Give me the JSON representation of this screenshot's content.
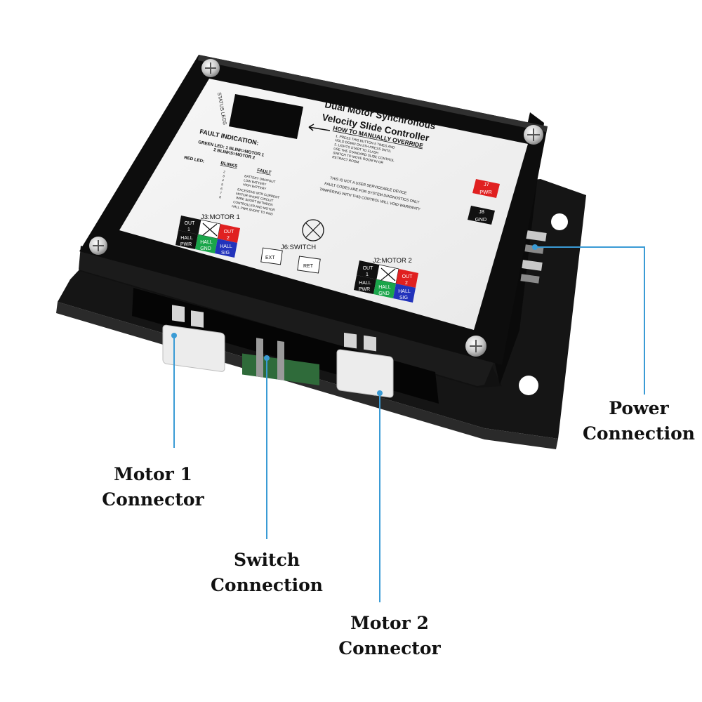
{
  "label_sheet": {
    "status_leds": "STATUS LEDS",
    "title_line1": "Dual Motor Synchronous",
    "title_line2": "Velocity Slide Controller",
    "override_heading": "HOW TO MANUALLY OVERRIDE",
    "override_steps": [
      "1. PRESS THIS BUTTON 5 TIMES AND",
      "   HOLD DOWN ON 5TH PRESS UNTIL",
      "2. LIGHTS START TO FLASH",
      "   USE THE STANDARD SLIDE CONTROL",
      "   SWITCH TO MOVE ROOM IN OR",
      "   RETRACT ROOM"
    ],
    "fault_heading": "FAULT INDICATION:",
    "green_led_line1": "GREEN LED: 1 BLINK=MOTOR 1",
    "green_led_line2": "2 BLINKS=MOTOR 2",
    "red_led": "RED LED:",
    "blinks_header": "BLINKS",
    "fault_header": "FAULT",
    "blink_numbers": [
      "2",
      "3",
      "4",
      "5",
      "6",
      "7",
      "8"
    ],
    "faults": [
      "BATTERY DROPOUT",
      "LOW BATTERY",
      "HIGH BATTERY",
      "EXCESSIVE MTR CURRENT",
      "MOTOR SHORT CIRCUIT",
      "WIRE SHORT BETWEEN",
      "CONTROLLER AND MOTOR",
      "HALL PWR SHORT TO GND"
    ],
    "warning_lines": [
      "THIS IS NOT A USER SERVICEABLE DEVICE",
      "FAULT CODES ARE FOR SYSTEM DIAGNOSTICS ONLY",
      "TAMPERING WITH THIS CONTROL WILL VOID WARRANTY"
    ],
    "j7_line1": "J7",
    "j7_line2": "PWR",
    "j8_line1": "J8",
    "j8_line2": "GND",
    "j3_title": "J3:MOTOR 1",
    "j2_title": "J2:MOTOR 2",
    "j6_title": "J6:SWITCH",
    "ext": "EXT",
    "ret": "RET",
    "pin_out1_l1": "OUT",
    "pin_out1_l2": "1",
    "pin_out2_l1": "OUT",
    "pin_out2_l2": "2",
    "pin_hallpwr_l1": "HALL",
    "pin_hallpwr_l2": "PWR",
    "pin_hallgnd_l1": "HALL",
    "pin_hallgnd_l2": "GND",
    "pin_hallsig_l1": "HALL",
    "pin_hallsig_l2": "SIG"
  },
  "callouts": {
    "power": [
      "Power",
      "Connection"
    ],
    "motor1": [
      "Motor 1",
      "Connector"
    ],
    "switch": [
      "Switch",
      "Connection"
    ],
    "motor2": [
      "Motor 2",
      "Connector"
    ]
  },
  "colors": {
    "leader_line": "#3a9bd5",
    "pin_red": "#e02020",
    "pin_green": "#1aa54a",
    "pin_blue": "#2233bb",
    "pin_black": "#111111",
    "housing": "#0d0d0d"
  }
}
